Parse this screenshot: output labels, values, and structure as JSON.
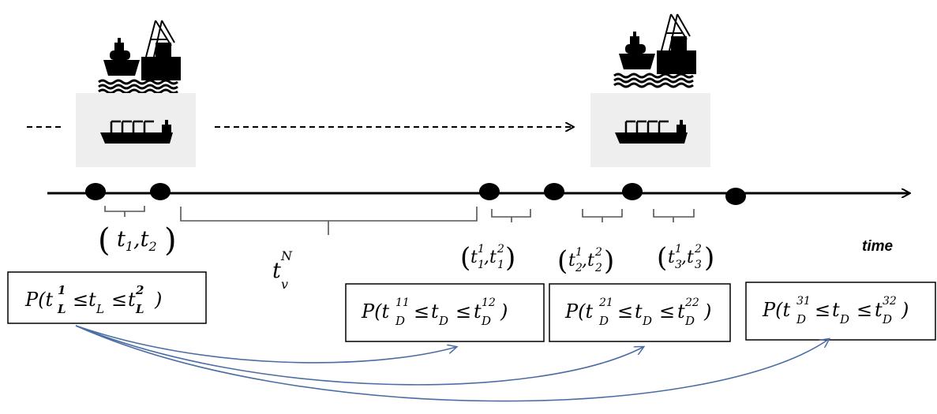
{
  "colors": {
    "arrow_blue": "#4a6ea3",
    "timeline": "#000000",
    "port_box": "#eeeeee"
  },
  "icons": {
    "port": "port-ship-crane-icon",
    "vessel": "cargo-ship-icon"
  },
  "time_label": "time",
  "intervals": {
    "i1": {
      "t1": "t",
      "s1": "1",
      "t2": "t",
      "s2": "2"
    },
    "tv": {
      "base": "t",
      "sup": "N",
      "sub": "v"
    },
    "i2": {
      "sup1": "1",
      "sub1": "1",
      "sup2": "2",
      "sub2": "1"
    },
    "i3": {
      "sup1": "1",
      "sub1": "2",
      "sup2": "2",
      "sub2": "2"
    },
    "i4": {
      "sup1": "1",
      "sub1": "3",
      "sup2": "2",
      "sub2": "3"
    }
  },
  "boxes": {
    "load": {
      "P": "P(",
      "sup1": "1",
      "sub": "L",
      "sup2": "2",
      "close": ")"
    },
    "d1": {
      "P": "P(",
      "sup1": "11",
      "sub": "D",
      "sup2": "12",
      "close": ")"
    },
    "d2": {
      "P": "P(",
      "sup1": "21",
      "sub": "D",
      "sup2": "22",
      "close": ")"
    },
    "d3": {
      "P": "P(",
      "sup1": "31",
      "sub": "D",
      "sup2": "32",
      "close": ")"
    }
  }
}
